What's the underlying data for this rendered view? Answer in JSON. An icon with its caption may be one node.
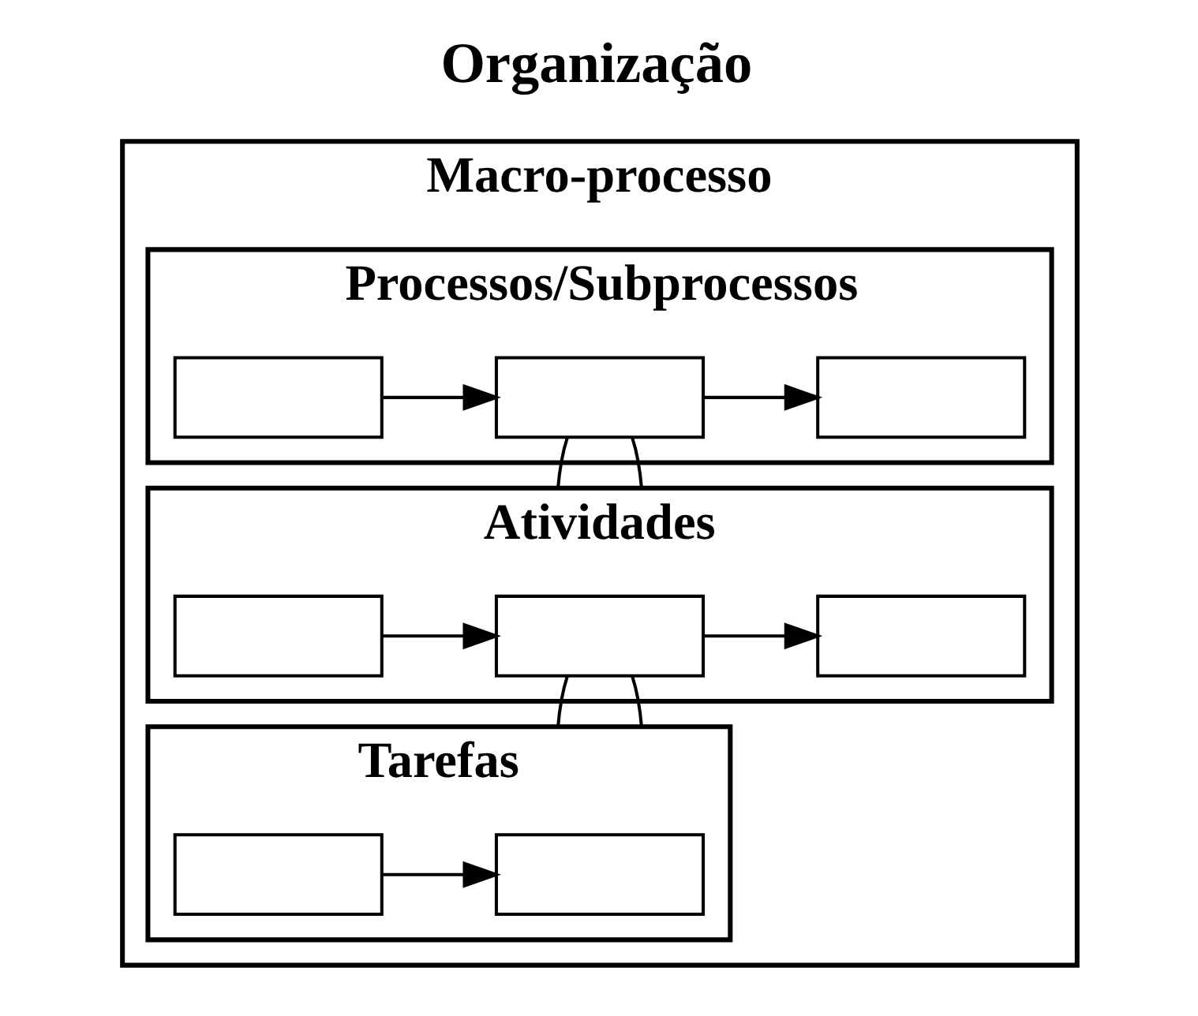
{
  "diagram": {
    "title": "Organização",
    "nodes": [
      {
        "text": [
          "Macro-processo"
        ]
      },
      {
        "text": [
          "Processos/Subprocessos"
        ],
        "in": 0
      },
      {
        "text": [],
        "shape": "box",
        "in": 1
      },
      {
        "text": [],
        "shape": "box",
        "in": 1
      },
      {
        "text": [],
        "shape": "box",
        "in": 1
      },
      {
        "text": [
          "Atividades"
        ],
        "in": 0
      },
      {
        "text": [],
        "shape": "box",
        "in": 5
      },
      {
        "text": [],
        "shape": "box",
        "in": 5
      },
      {
        "text": [],
        "shape": "box",
        "in": 5
      },
      {
        "text": [
          "Tarefas"
        ],
        "in": 0
      },
      {
        "text": [],
        "shape": "box",
        "in": 9
      },
      {
        "text": [],
        "shape": "box",
        "in": 9
      }
    ],
    "edges": [
      {
        "from": 2,
        "to": 3,
        "arrow": "to"
      },
      {
        "from": 3,
        "to": 4,
        "arrow": "to"
      },
      {
        "from": 3,
        "to": 5,
        "arrow": "none"
      },
      {
        "from": 3,
        "to": 5,
        "arrow": "none"
      },
      {
        "from": 6,
        "to": 7,
        "arrow": "to"
      },
      {
        "from": 7,
        "to": 8,
        "arrow": "to"
      },
      {
        "from": 7,
        "to": 9,
        "arrow": "none"
      },
      {
        "from": 7,
        "to": 9,
        "arrow": "none"
      },
      {
        "from": 10,
        "to": 11,
        "arrow": "to"
      }
    ]
  }
}
